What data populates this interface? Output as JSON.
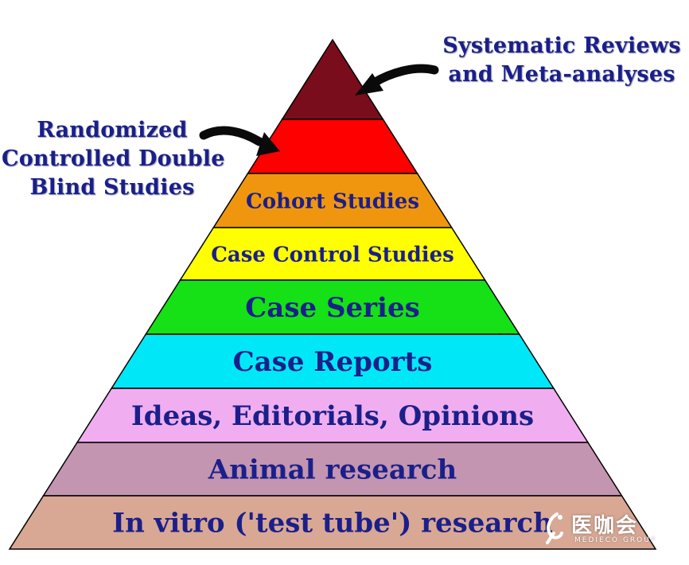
{
  "pyramid": {
    "levels": [
      {
        "label": "",
        "color": "#7a0d1b",
        "text_color": "#1b1f8a",
        "text_size": 26
      },
      {
        "label": "",
        "color": "#ff0000",
        "text_color": "#1b1f8a",
        "text_size": 26
      },
      {
        "label": "Cohort Studies",
        "color": "#f0960e",
        "text_color": "#1b1f8a",
        "text_size": 26
      },
      {
        "label": "Case Control Studies",
        "color": "#ffff00",
        "text_color": "#1b1f8a",
        "text_size": 26
      },
      {
        "label": "Case Series",
        "color": "#16e016",
        "text_color": "#1b1f8a",
        "text_size": 34
      },
      {
        "label": "Case Reports",
        "color": "#00e8f8",
        "text_color": "#1b1f8a",
        "text_size": 34
      },
      {
        "label": "Ideas, Editorials, Opinions",
        "color": "#f0aef0",
        "text_color": "#1b1f8a",
        "text_size": 34
      },
      {
        "label": "Animal research",
        "color": "#c395b0",
        "text_color": "#1b1f8a",
        "text_size": 34
      },
      {
        "label": "In vitro ('test tube') research",
        "color": "#d8a894",
        "text_color": "#1b1f8a",
        "text_size": 34
      }
    ]
  },
  "callouts": {
    "top": {
      "line1": "Systematic Reviews",
      "line2": "and Meta-analyses"
    },
    "left": {
      "line1": "Randomized",
      "line2": "Controlled Double",
      "line3": "Blind Studies"
    }
  },
  "watermark": {
    "brand": "医咖会",
    "sub": "MEDIECO GROUP"
  },
  "colors": {
    "outline": "#000000",
    "arrow": "#0a0a0a",
    "text": "#1b1f8a"
  }
}
